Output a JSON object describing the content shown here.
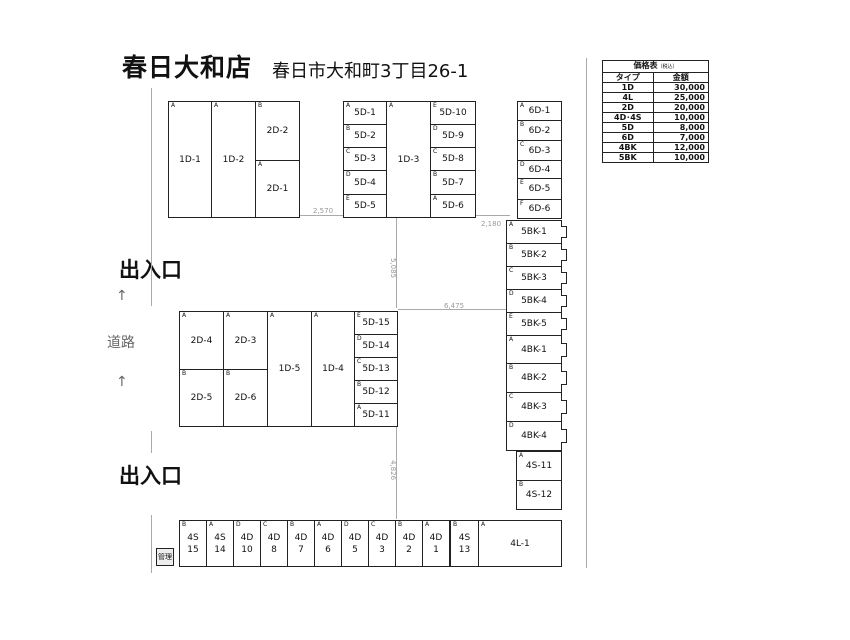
{
  "header": {
    "store": "春日大和店",
    "address": "春日市大和町3丁目26-1"
  },
  "entrances": [
    "出入口",
    "出入口"
  ],
  "road": {
    "label": "道路",
    "arrows": [
      "↑",
      "↑"
    ]
  },
  "dimensions": [
    "2,570",
    "2,180",
    "5,085",
    "6,475",
    "4,826"
  ],
  "management_label": "管理",
  "price_table": {
    "title": "価格表",
    "title_note": "（税込）",
    "headers": [
      "タイプ",
      "金額"
    ],
    "rows": [
      {
        "type": "1D",
        "price": "30,000"
      },
      {
        "type": "4L",
        "price": "25,000"
      },
      {
        "type": "2D",
        "price": "20,000"
      },
      {
        "type": "4D･4S",
        "price": "10,000"
      },
      {
        "type": "5D",
        "price": "8,000"
      },
      {
        "type": "6D",
        "price": "7,000"
      },
      {
        "type": "4BK",
        "price": "12,000"
      },
      {
        "type": "5BK",
        "price": "10,000"
      }
    ]
  },
  "units": {
    "top_left": [
      {
        "name": "1D-1",
        "type": "A"
      },
      {
        "name": "1D-2",
        "type": "A"
      },
      {
        "name": "2D-2",
        "type": "B"
      },
      {
        "name": "2D-1",
        "type": "A"
      }
    ],
    "top_mid_left": [
      {
        "name": "5D-1",
        "type": "A"
      },
      {
        "name": "5D-2",
        "type": "B"
      },
      {
        "name": "5D-3",
        "type": "C"
      },
      {
        "name": "5D-4",
        "type": "D"
      },
      {
        "name": "5D-5",
        "type": "E"
      }
    ],
    "top_mid_center": {
      "name": "1D-3",
      "type": "A"
    },
    "top_mid_right": [
      {
        "name": "5D-10",
        "type": "E"
      },
      {
        "name": "5D-9",
        "type": "D"
      },
      {
        "name": "5D-8",
        "type": "C"
      },
      {
        "name": "5D-7",
        "type": "B"
      },
      {
        "name": "5D-6",
        "type": "A"
      }
    ],
    "col_6d": [
      {
        "name": "6D-1",
        "type": "A"
      },
      {
        "name": "6D-2",
        "type": "B"
      },
      {
        "name": "6D-3",
        "type": "C"
      },
      {
        "name": "6D-4",
        "type": "D"
      },
      {
        "name": "6D-5",
        "type": "E"
      },
      {
        "name": "6D-6",
        "type": "F"
      }
    ],
    "col_bk": [
      {
        "name": "5BK-1",
        "type": "A"
      },
      {
        "name": "5BK-2",
        "type": "B"
      },
      {
        "name": "5BK-3",
        "type": "C"
      },
      {
        "name": "5BK-4",
        "type": "D"
      },
      {
        "name": "5BK-5",
        "type": "E"
      },
      {
        "name": "4BK-1",
        "type": "A"
      },
      {
        "name": "4BK-2",
        "type": "B"
      },
      {
        "name": "4BK-3",
        "type": "C"
      },
      {
        "name": "4BK-4",
        "type": "D"
      }
    ],
    "col_4s": [
      {
        "name": "4S-11",
        "type": "A"
      },
      {
        "name": "4S-12",
        "type": "B"
      }
    ],
    "middle": [
      {
        "name": "2D-4",
        "type": "A"
      },
      {
        "name": "2D-3",
        "type": "A"
      },
      {
        "name": "2D-5",
        "type": "B"
      },
      {
        "name": "2D-6",
        "type": "B"
      },
      {
        "name": "1D-5",
        "type": "A"
      },
      {
        "name": "1D-4",
        "type": "A"
      }
    ],
    "middle_5d": [
      {
        "name": "5D-15",
        "type": "E"
      },
      {
        "name": "5D-14",
        "type": "D"
      },
      {
        "name": "5D-13",
        "type": "C"
      },
      {
        "name": "5D-12",
        "type": "B"
      },
      {
        "name": "5D-11",
        "type": "A"
      }
    ],
    "bottom": [
      {
        "name": "4S\n15",
        "type": "B"
      },
      {
        "name": "4S\n14",
        "type": "A"
      },
      {
        "name": "4D\n10",
        "type": "D"
      },
      {
        "name": "4D\n8",
        "type": "C"
      },
      {
        "name": "4D\n7",
        "type": "B"
      },
      {
        "name": "4D\n6",
        "type": "A"
      },
      {
        "name": "4D\n5",
        "type": "D"
      },
      {
        "name": "4D\n3",
        "type": "C"
      },
      {
        "name": "4D\n2",
        "type": "B"
      },
      {
        "name": "4D\n1",
        "type": "A"
      },
      {
        "name": "4S\n13",
        "type": "B"
      },
      {
        "name": "4L-1",
        "type": "A"
      }
    ]
  }
}
